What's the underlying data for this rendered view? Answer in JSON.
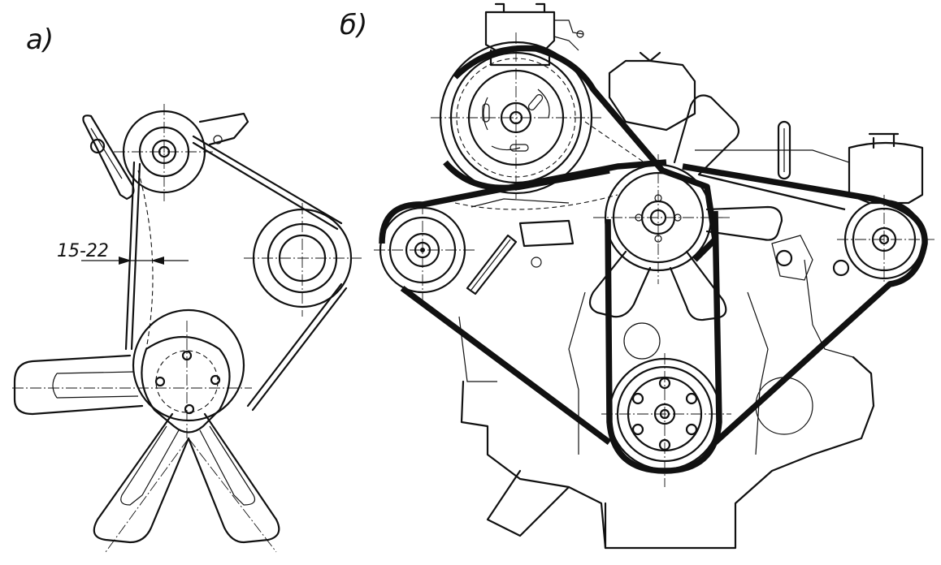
{
  "figure": {
    "panel_a_label": "а)",
    "panel_b_label": "б)",
    "deflection_label": "15-22"
  },
  "colors": {
    "ink": "#111111",
    "paper": "#ffffff"
  }
}
